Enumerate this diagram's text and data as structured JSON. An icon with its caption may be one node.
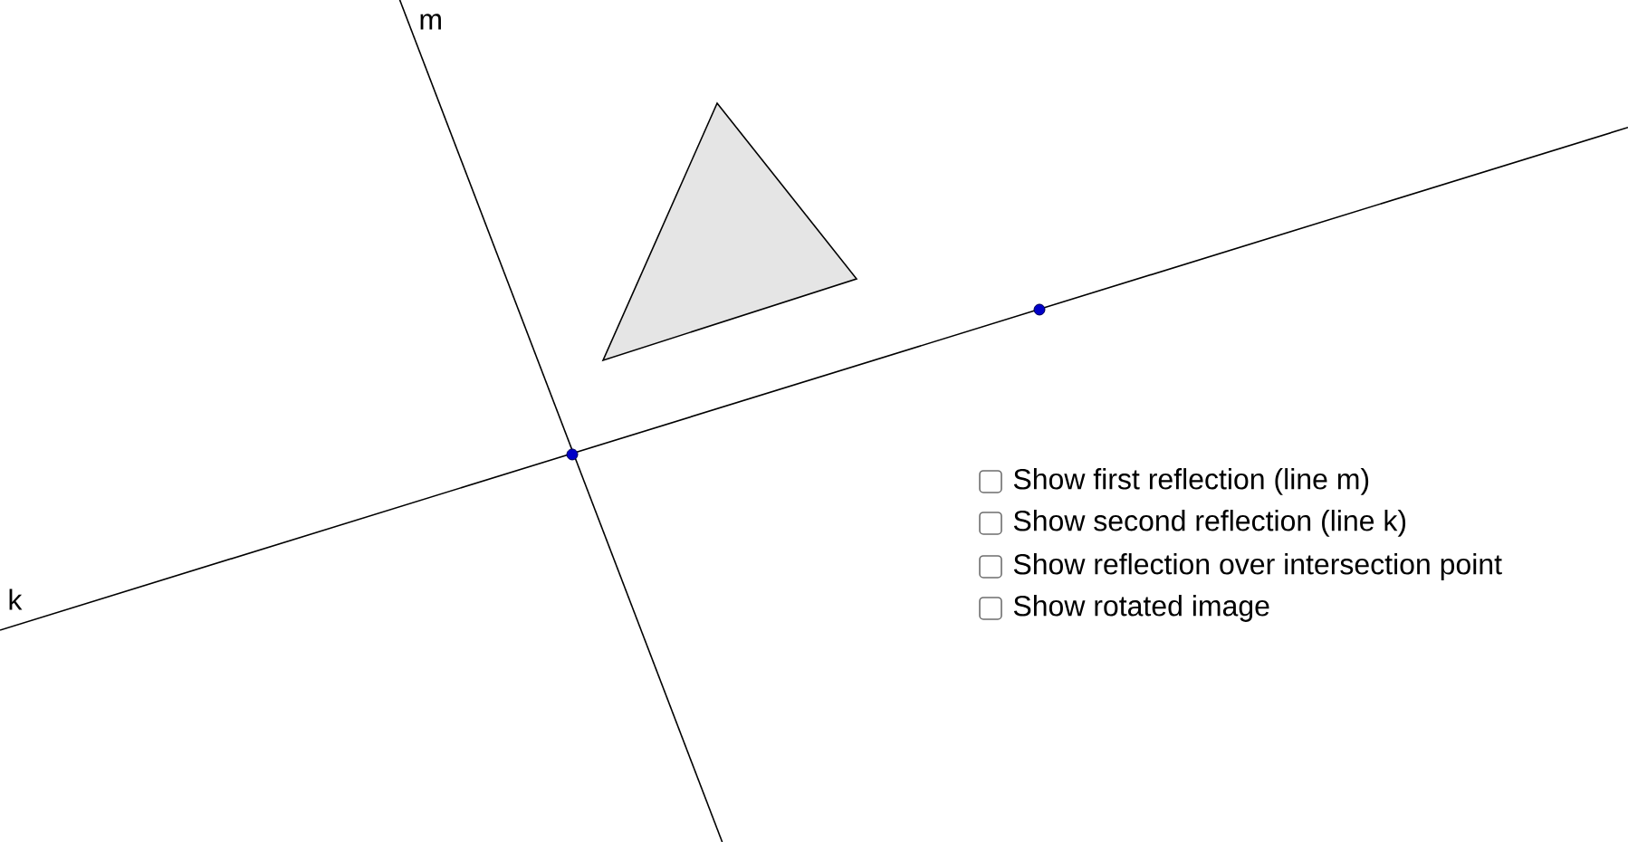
{
  "diagram": {
    "labels": [
      "m",
      "k",
      "Show first reflection (line m)",
      "Show second reflection (line k)",
      "Show reflection over intersection point",
      "Show rotated image"
    ]
  }
}
